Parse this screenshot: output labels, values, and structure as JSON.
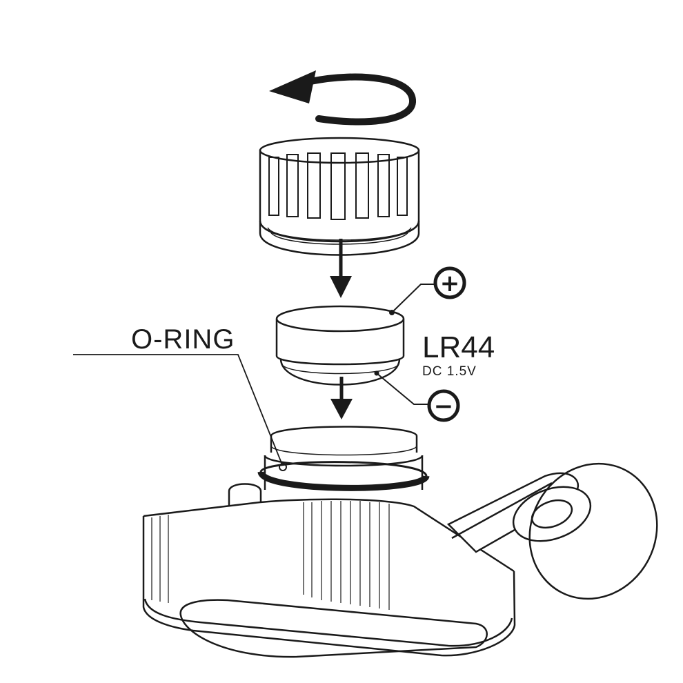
{
  "labels": {
    "oring": "O-RING",
    "battery_model": "LR44",
    "battery_voltage": "DC 1.5V",
    "positive_symbol": "+",
    "negative_symbol": "−"
  },
  "colors": {
    "line": "#1a1a1a",
    "background": "#ffffff"
  }
}
